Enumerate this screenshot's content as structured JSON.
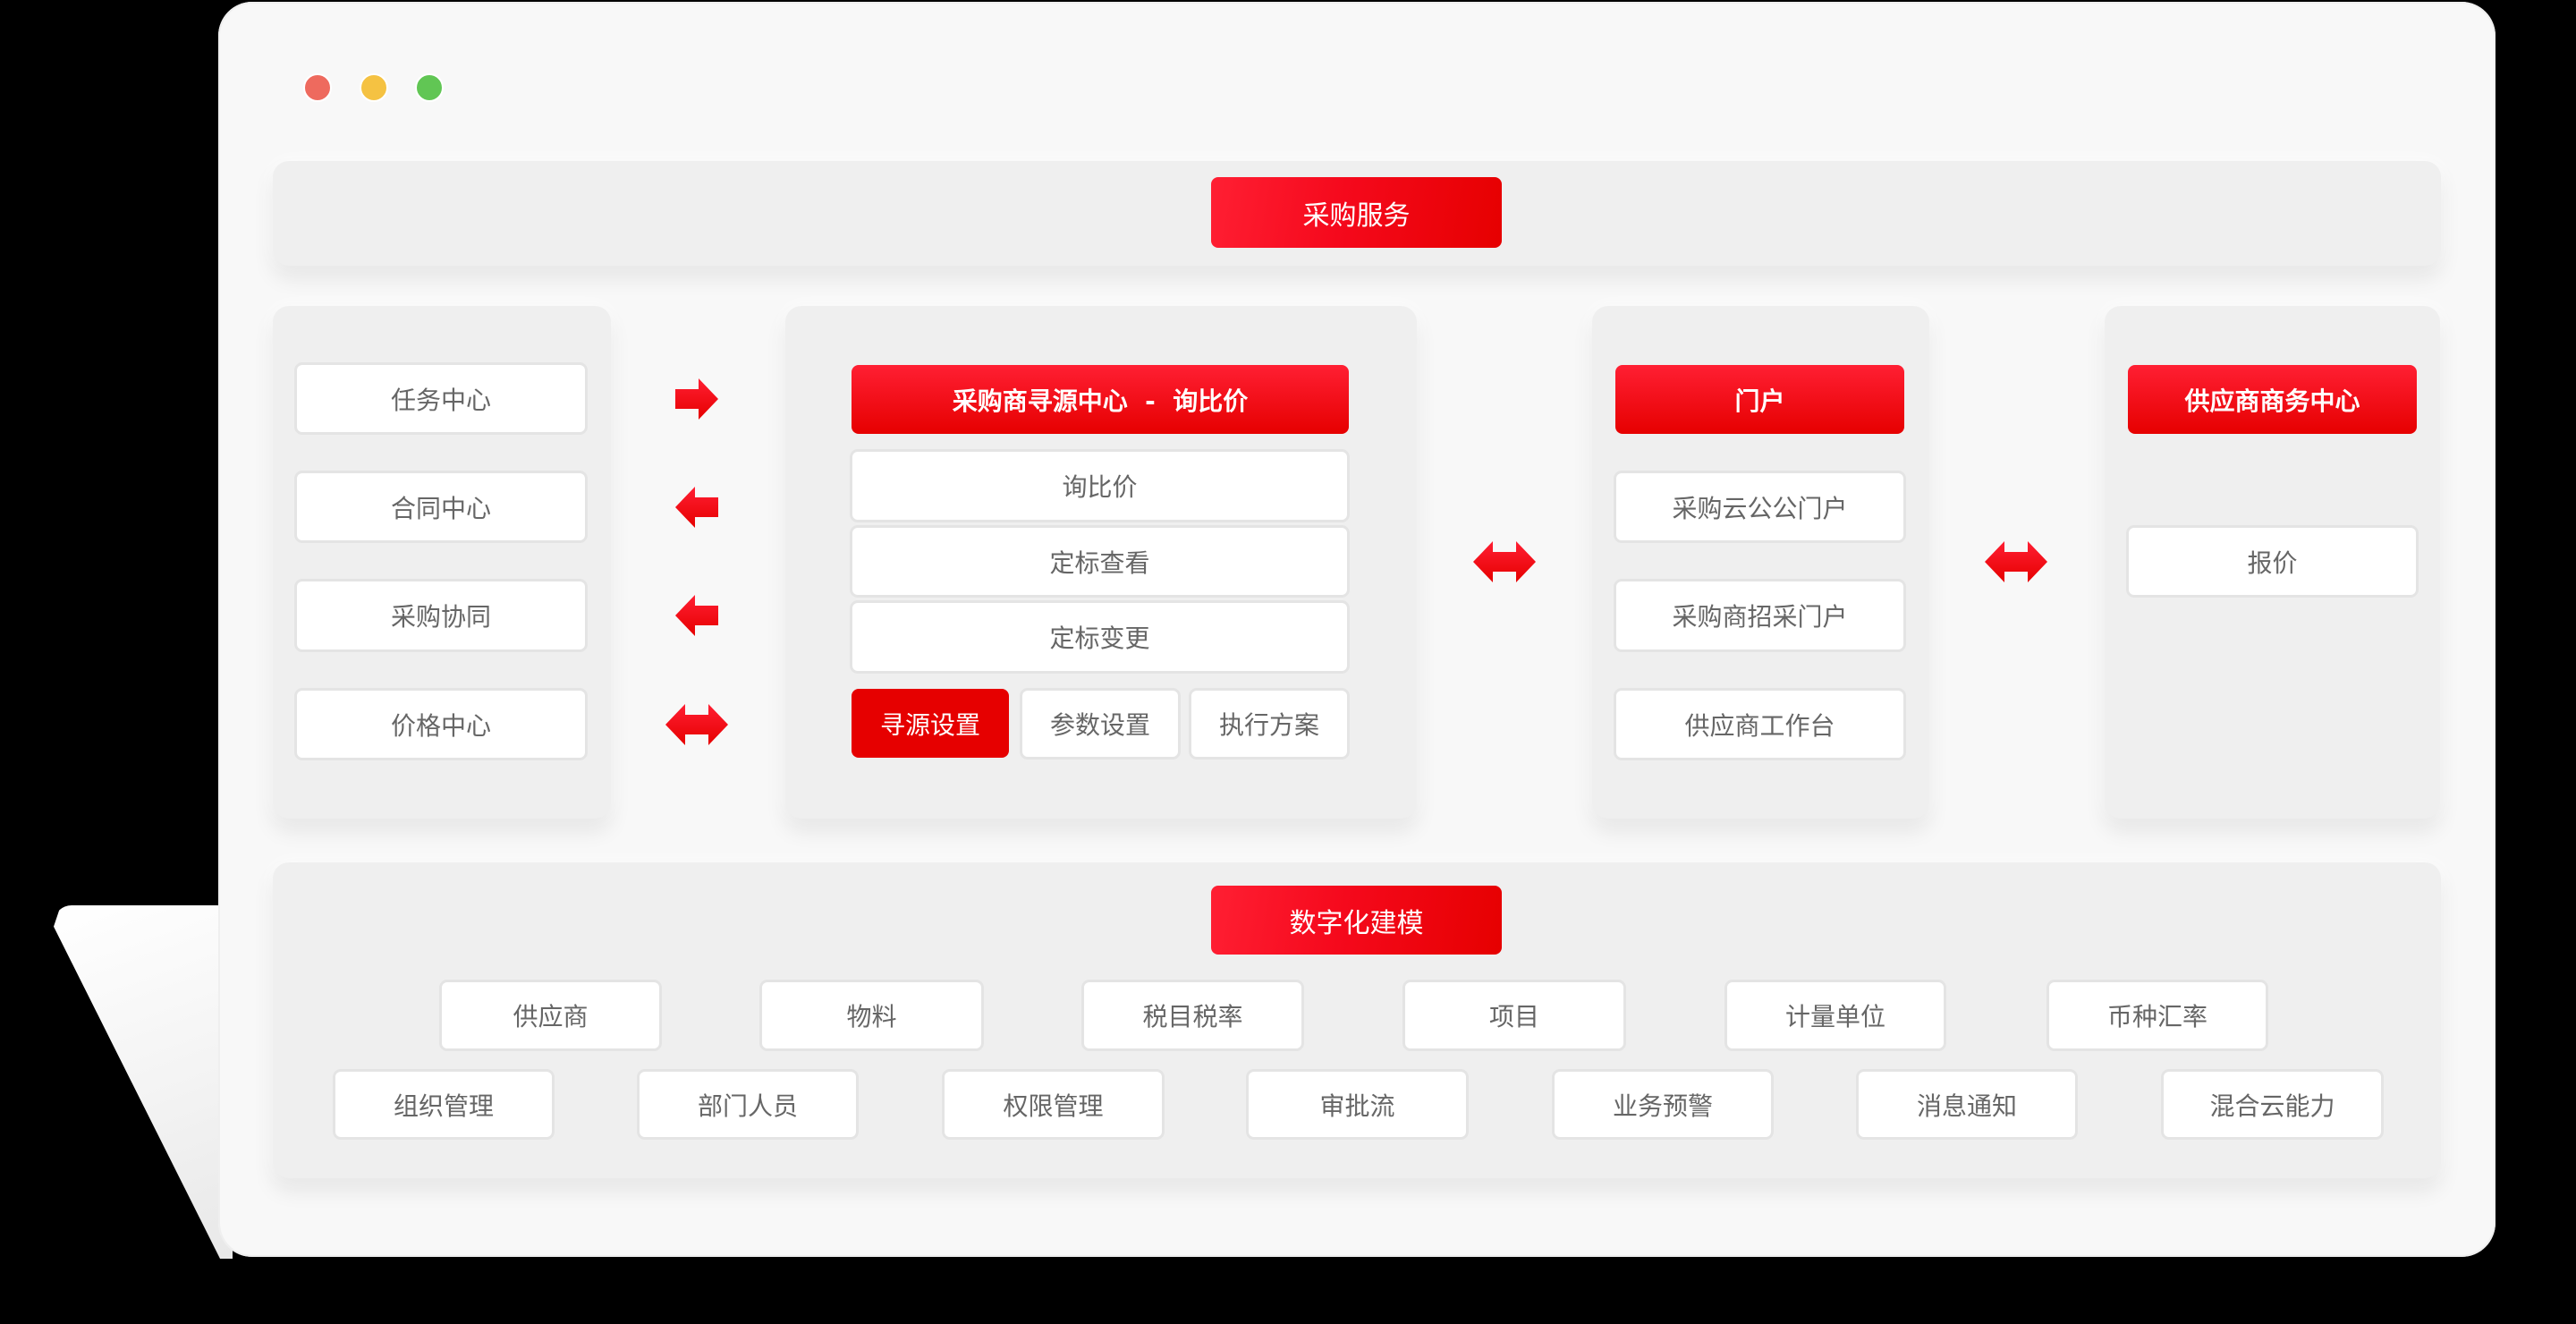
{
  "window": {
    "controls": [
      "close",
      "minimize",
      "maximize"
    ],
    "colors": {
      "close": "#ee6a5e",
      "minimize": "#f5c242",
      "maximize": "#61c654"
    }
  },
  "accent_color": "#e60000",
  "top_banner": {
    "title": "采购服务"
  },
  "left_panel": {
    "items": [
      {
        "label": "任务中心",
        "arrow": "right"
      },
      {
        "label": "合同中心",
        "arrow": "left"
      },
      {
        "label": "采购协同",
        "arrow": "left"
      },
      {
        "label": "价格中心",
        "arrow": "both"
      }
    ]
  },
  "center_panel": {
    "header": "采购商寻源中心  -  询比价",
    "rows": [
      "询比价",
      "定标查看",
      "定标变更"
    ],
    "bottom_buttons": [
      {
        "label": "寻源设置",
        "active": true
      },
      {
        "label": "参数设置",
        "active": false
      },
      {
        "label": "执行方案",
        "active": false
      }
    ]
  },
  "connector_center_portal": "both",
  "portal_panel": {
    "header": "门户",
    "items": [
      "采购云公公门户",
      "采购商招采门户",
      "供应商工作台"
    ]
  },
  "connector_portal_supplier": "both",
  "supplier_panel": {
    "header": "供应商商务中心",
    "items": [
      "报价"
    ]
  },
  "bottom_panel": {
    "title": "数字化建模",
    "row1": [
      "供应商",
      "物料",
      "税目税率",
      "项目",
      "计量单位",
      "币种汇率"
    ],
    "row2": [
      "组织管理",
      "部门人员",
      "权限管理",
      "审批流",
      "业务预警",
      "消息通知",
      "混合云能力"
    ]
  }
}
